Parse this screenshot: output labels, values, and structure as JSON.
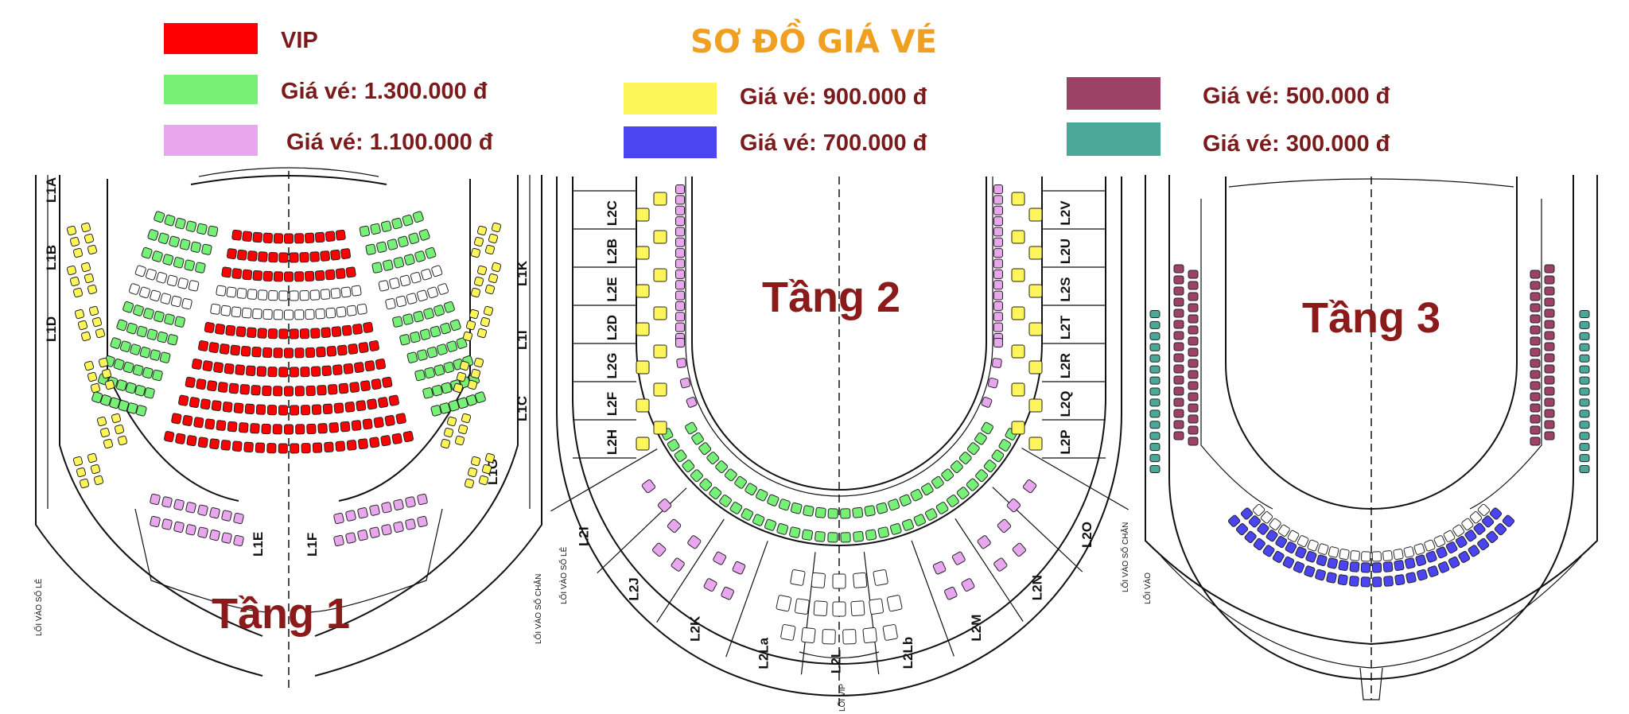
{
  "title": "SƠ ĐỒ GIÁ VÉ",
  "legend": [
    {
      "label": "VIP",
      "color": "#ff0000"
    },
    {
      "label": "Giá vé: 1.300.000 đ",
      "color": "#77f077"
    },
    {
      "label": "Giá vé: 1.100.000 đ",
      "color": "#e8a6ee"
    },
    {
      "label": "Giá vé: 900.000 đ",
      "color": "#fdf55a"
    },
    {
      "label": "Giá vé: 700.000 đ",
      "color": "#4a45f0"
    },
    {
      "label": "Giá vé: 500.000 đ",
      "color": "#9c4266"
    },
    {
      "label": "Giá vé: 300.000 đ",
      "color": "#4aa898"
    }
  ],
  "floors": [
    {
      "label": "Tầng 1",
      "boxes": [
        "L1A",
        "L1B",
        "L1D",
        "L1E",
        "L1K",
        "L1I",
        "L1C",
        "L1G",
        "L1F"
      ],
      "entrances": [
        "LỐI VÀO SỐ LẺ",
        "LỐI VÀO SỐ CHẴN"
      ]
    },
    {
      "label": "Tầng 2",
      "boxes_left": [
        "L2C",
        "L2B",
        "L2E",
        "L2D",
        "L2G",
        "L2F",
        "L2H"
      ],
      "boxes_right": [
        "L2V",
        "L2U",
        "L2S",
        "L2T",
        "L2R",
        "L2Q",
        "L2P"
      ],
      "boxes_bottom": [
        "L2I",
        "L2J",
        "L2K",
        "L2La",
        "L2L",
        "L2Lb",
        "L2M",
        "L2N",
        "L2O"
      ],
      "entrances": [
        "LỐI VÀO SỐ LẺ",
        "LỐI VÀO SỐ CHẴN",
        "LỐI VIP"
      ]
    },
    {
      "label": "Tầng 3",
      "entrances": [
        "LỐI VÀO"
      ]
    }
  ]
}
